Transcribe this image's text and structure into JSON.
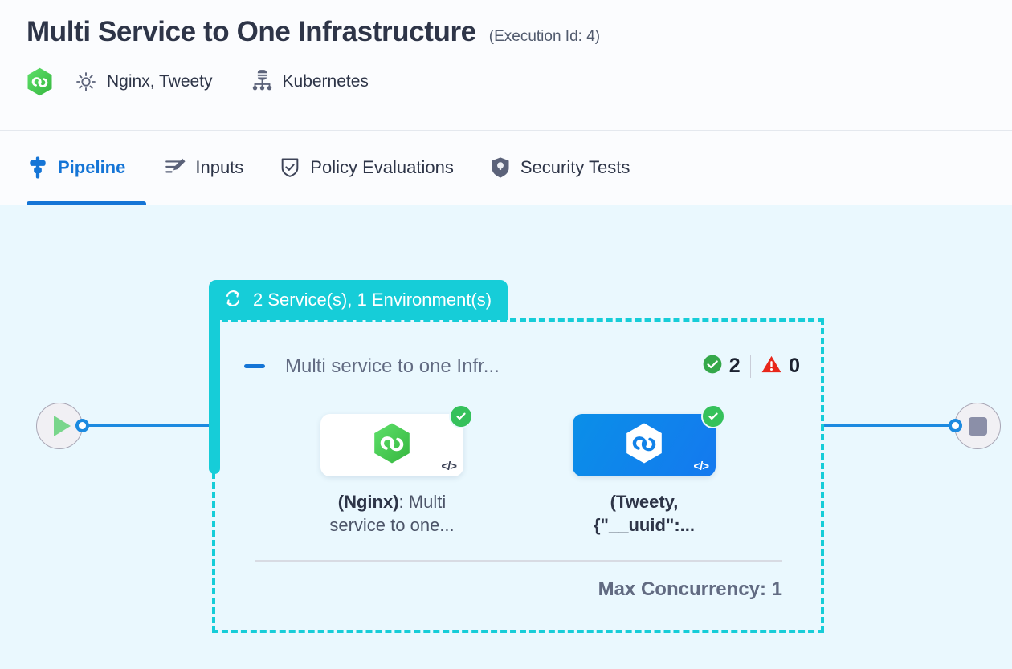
{
  "header": {
    "title": "Multi Service to One Infrastructure",
    "execution_id_label": "(Execution Id: 4)",
    "product_logo_icon": "hexagon-infinity-logo",
    "services_icon": "gear-icon",
    "services_text": "Nginx, Tweety",
    "infrastructure_icon": "cluster-node-icon",
    "infrastructure_text": "Kubernetes"
  },
  "tabs": [
    {
      "label": "Pipeline",
      "icon": "pipeline-icon",
      "active": true
    },
    {
      "label": "Inputs",
      "icon": "inputs-pencil-icon",
      "active": false
    },
    {
      "label": "Policy Evaluations",
      "icon": "shield-check-icon",
      "active": false
    },
    {
      "label": "Security Tests",
      "icon": "shield-lock-icon",
      "active": false
    }
  ],
  "canvas": {
    "background_color": "#eaf8fe",
    "start_node": {
      "icon": "play-icon",
      "name": "start-node"
    },
    "end_node": {
      "icon": "stop-icon",
      "name": "end-node"
    },
    "edge_color": "#1c8ae0"
  },
  "group": {
    "accent_color": "#16cdd8",
    "tab_icon": "loop-repeat-icon",
    "tab_label": "2 Service(s), 1 Environment(s)",
    "collapse_icon": "minus-collapse-icon",
    "title": "Multi service to one Infr...",
    "success_icon": "check-circle-icon",
    "success_count": "2",
    "warning_icon": "warning-triangle-icon",
    "warning_count": "0",
    "footer_label": "Max Concurrency: 1"
  },
  "services": [
    {
      "name": "nginx-service-card",
      "card_style": "white",
      "logo_icon": "hexagon-infinity-logo-green",
      "status_icon": "check-circle-icon",
      "code_icon": "code-brackets-icon",
      "label_bold": "(Nginx)",
      "label_rest": ": Multi service to one..."
    },
    {
      "name": "tweety-service-card",
      "card_style": "blue",
      "logo_icon": "hexagon-infinity-logo-white",
      "status_icon": "check-circle-icon",
      "code_icon": "code-brackets-icon",
      "label_bold": "(Tweety, {\"__uuid\":...",
      "label_rest": ""
    }
  ]
}
